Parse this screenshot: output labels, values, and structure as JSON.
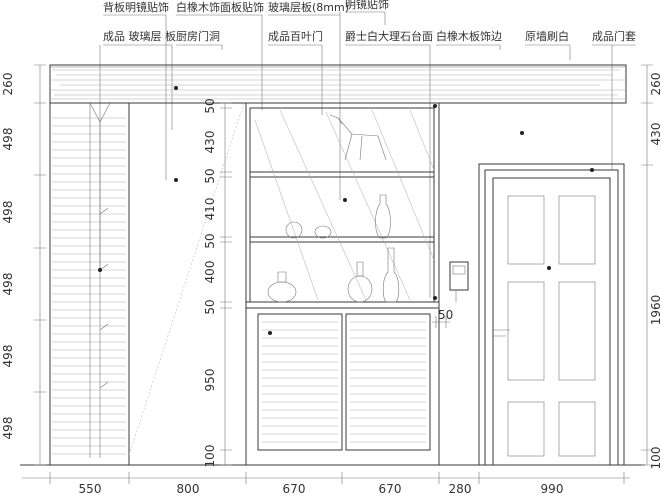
{
  "callouts_top": [
    "背板明镜贴饰",
    "白橡木饰面板贴饰",
    "玻璃层板(8mm)",
    "明镜贴饰"
  ],
  "callouts_second": [
    "成品 玻璃层 板",
    "厨房门洞",
    "成品百叶门",
    "爵士白大理石台面",
    "白橡木板饰边",
    "原墙刷白",
    "成品门套"
  ],
  "dims_bottom": [
    "550",
    "800",
    "670",
    "670",
    "280",
    "990"
  ],
  "dims_left": [
    "260",
    "498",
    "498",
    "498",
    "498",
    "498"
  ],
  "dims_cabinet": [
    "50",
    "430",
    "50",
    "410",
    "50",
    "400",
    "50",
    "950",
    "100"
  ],
  "dims_right": [
    "260",
    "430",
    "1960",
    "100"
  ],
  "dim_shelf_gap": "50",
  "colors": {
    "line": "#3a3a3a",
    "text": "#333333",
    "background": "#ffffff"
  }
}
